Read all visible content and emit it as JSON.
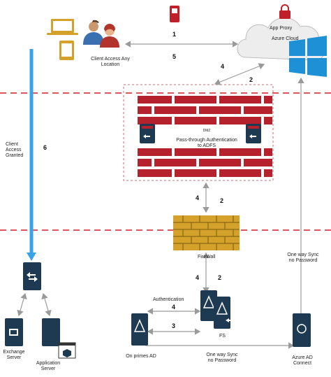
{
  "labels": {
    "client_access": "Client Access Any\nLocation",
    "app_proxy": "App Proxy",
    "azure_cloud": "Azure Cloud",
    "dmz": "DMZ",
    "passthrough": "Pass-through Authentication\nto ADFS",
    "firewall": "FireWall",
    "client_access_granted": "Client\nAccess\nGranted",
    "authentication": "Authentication",
    "fs": "FS",
    "on_prem_ad": "On primes AD",
    "one_way_sync_bottom": "One way Sync\nno Password",
    "one_way_sync_right": "One way Sync\nno Password",
    "exchange_server": "Exchange\nServer",
    "application_server": "Application\nServer",
    "azure_ad_connect": "Azure AD\nConnect"
  },
  "steps": {
    "s1": "1",
    "s2_top": "2",
    "s2_mid": "2",
    "s2_low": "2",
    "s3": "3",
    "s4_top": "4",
    "s4_mid": "4",
    "s4_low": "4",
    "s4_auth": "4",
    "s5": "5",
    "s6": "6"
  },
  "colors": {
    "brick_red": "#b5222e",
    "firewall_yellow": "#d4a12a",
    "server_navy": "#1e3a52",
    "arrow_blue": "#3aa3e8",
    "dashed_red": "#d01f2a",
    "windows_blue": "#1e90d6",
    "cloud_grey": "#ededed"
  },
  "icons": {
    "laptop": "laptop-icon",
    "tablet": "tablet-icon",
    "users": "users-icon",
    "phone": "phone-icon",
    "cloud": "cloud-icon",
    "lock": "lock-icon",
    "windows": "windows-logo-icon",
    "server": "server-icon",
    "brick_wall": "brick-wall-icon"
  }
}
